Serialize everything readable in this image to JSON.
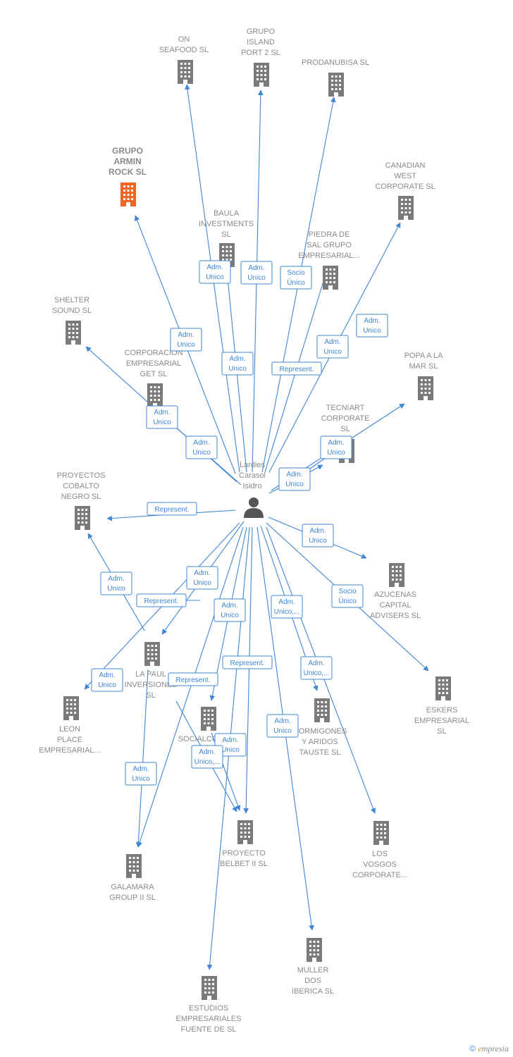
{
  "colors": {
    "edge": "#3f86d6",
    "building": "#7a7a7a",
    "highlight": "#f26522",
    "person": "#555555",
    "label": "#8a8a8a"
  },
  "center": {
    "name": [
      "Lardies",
      "Carasol",
      "Isidro"
    ],
    "icon": "person-icon"
  },
  "nodes": [
    {
      "id": "on-seafood",
      "label": [
        "ON",
        "SEAFOOD  SL"
      ]
    },
    {
      "id": "grupo-island",
      "label": [
        "GRUPO",
        "ISLAND",
        "PORT 2  SL"
      ]
    },
    {
      "id": "prodanubisa",
      "label": [
        "PRODANUBISA SL"
      ]
    },
    {
      "id": "grupo-armin",
      "label": [
        "GRUPO",
        "ARMIN",
        "ROCK  SL"
      ],
      "highlight": true
    },
    {
      "id": "canadian-west",
      "label": [
        "CANADIAN",
        "WEST",
        "CORPORATE SL"
      ]
    },
    {
      "id": "baula",
      "label": [
        "BAULA",
        "INVESTMENTS",
        "SL"
      ]
    },
    {
      "id": "piedra-de-sal",
      "label": [
        "PIEDRA DE",
        "SAL GRUPO",
        "EMPRESARIAL..."
      ]
    },
    {
      "id": "shelter-sound",
      "label": [
        "SHELTER",
        "SOUND  SL"
      ]
    },
    {
      "id": "corporacion-get",
      "label": [
        "CORPORACION",
        "EMPRESARIAL",
        "GET  SL"
      ]
    },
    {
      "id": "popa-a-la-mar",
      "label": [
        "POPA A LA",
        "MAR  SL"
      ]
    },
    {
      "id": "tecniart",
      "label": [
        "TECNIART",
        "CORPORATE",
        "SL"
      ]
    },
    {
      "id": "proyectos-cobalto",
      "label": [
        "PROYECTOS",
        "COBALTO",
        "NEGRO  SL"
      ]
    },
    {
      "id": "azucenas",
      "label": [
        "AZUCENAS",
        "CAPITAL",
        "ADVISERS  SL"
      ]
    },
    {
      "id": "la-paul",
      "label": [
        "LA PAUL",
        "INVERSIONES",
        "SL"
      ]
    },
    {
      "id": "eskers",
      "label": [
        "ESKERS",
        "EMPRESARIAL",
        "SL"
      ]
    },
    {
      "id": "leon-place",
      "label": [
        "LEON",
        "PLACE",
        "EMPRESARIAL..."
      ]
    },
    {
      "id": "socialco",
      "label": [
        "SOCIALCO"
      ]
    },
    {
      "id": "hormigones",
      "label": [
        "HORMIGONES",
        "Y ARIDOS",
        "TAUSTE  SL"
      ]
    },
    {
      "id": "galamara",
      "label": [
        "GALAMARA",
        "GROUP II  SL"
      ]
    },
    {
      "id": "proyecto-belbet",
      "label": [
        "PROYECTO",
        "BELBET II  SL"
      ]
    },
    {
      "id": "los-vosgos",
      "label": [
        "LOS",
        "VOSGOS",
        "CORPORATE..."
      ]
    },
    {
      "id": "muller-dos",
      "label": [
        "MULLER",
        "DOS",
        "IBERICA  SL"
      ]
    },
    {
      "id": "estudios",
      "label": [
        "ESTUDIOS",
        "EMPRESARIALES",
        "FUENTE DE  SL"
      ]
    }
  ],
  "edges": [
    {
      "to": "on-seafood",
      "label": [
        "Adm.",
        "Unico"
      ]
    },
    {
      "to": "grupo-island",
      "label": [
        "Adm.",
        "Unico"
      ]
    },
    {
      "to": "prodanubisa",
      "label": [
        "Socio",
        "Único"
      ]
    },
    {
      "to": "grupo-armin",
      "label": [
        "Adm.",
        "Unico"
      ]
    },
    {
      "to": "canadian-west",
      "label": [
        "Adm.",
        "Unico"
      ]
    },
    {
      "to": "baula",
      "label": [
        "Adm.",
        "Unico"
      ]
    },
    {
      "to": "piedra-de-sal",
      "label": [
        "Represent."
      ]
    },
    {
      "to": "shelter-sound",
      "label": [
        "Adm.",
        "Unico"
      ]
    },
    {
      "to": "corporacion-get",
      "label": [
        "Adm.",
        "Unico"
      ]
    },
    {
      "to": "popa-a-la-mar",
      "label": [
        "Adm.",
        "Unico"
      ]
    },
    {
      "to": "tecniart",
      "label": [
        "Adm.",
        "Unico"
      ]
    },
    {
      "to": "tecniart-2",
      "label": [
        "Adm.",
        "Unico"
      ]
    },
    {
      "to": "proyectos-cobalto",
      "label": [
        "Represent."
      ]
    },
    {
      "to": "azucenas",
      "label": [
        "Adm.",
        "Unico"
      ]
    },
    {
      "to": "la-paul",
      "label": [
        "Adm.",
        "Unico"
      ]
    },
    {
      "to": "la-paul-rep",
      "label": [
        "Represent."
      ]
    },
    {
      "to": "eskers",
      "label": [
        "Socio",
        "Único"
      ]
    },
    {
      "to": "leon-place",
      "label": [
        "Adm.",
        "Unico"
      ]
    },
    {
      "to": "socialco",
      "label": [
        "Adm.",
        "Unico"
      ]
    },
    {
      "to": "hormigones",
      "label": [
        "Adm.",
        "Unico,..."
      ]
    },
    {
      "to": "hormigones-2",
      "label": [
        "Adm.",
        "Unico,..."
      ]
    },
    {
      "to": "galamara",
      "label": [
        "Adm.",
        "Unico"
      ]
    },
    {
      "to": "galamara-rep",
      "label": [
        "Represent."
      ]
    },
    {
      "to": "proyecto-belbet",
      "label": [
        "Represent."
      ]
    },
    {
      "to": "proyecto-belbet-2",
      "label": [
        "Adm.",
        "Unico"
      ]
    },
    {
      "to": "proyecto-belbet-3",
      "label": [
        "Adm.",
        "Unico,..."
      ]
    },
    {
      "to": "muller-dos",
      "label": [
        "Adm.",
        "Unico"
      ]
    },
    {
      "to": "cobalto-2",
      "label": [
        "Adm.",
        "Unico"
      ]
    }
  ],
  "footer": {
    "copyright": "©",
    "brand_e": "e",
    "brand": "mpresia"
  }
}
